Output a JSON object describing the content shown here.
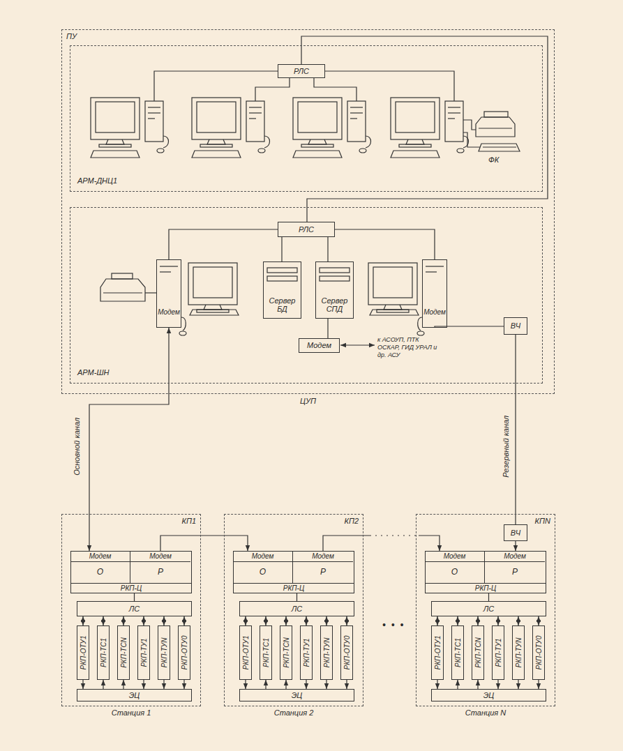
{
  "diagram": {
    "nodes": [
      {
        "text": [
          "ПУ",
          "ЦУП"
        ]
      },
      {
        "text": [
          "АРМ-ДНЦ1"
        ],
        "in": 0
      },
      {
        "text": [
          "РЛС"
        ],
        "in": 1
      },
      {
        "text": [
          "АРМ-ШН"
        ],
        "in": 0
      },
      {
        "text": [
          "РЛС"
        ],
        "in": 3
      },
      {
        "text": [
          "Модем"
        ],
        "in": 3
      },
      {
        "text": [
          "Сервер БД"
        ],
        "in": 3
      },
      {
        "text": [
          "Сервер СПД"
        ],
        "in": 3
      },
      {
        "text": [
          "Модем"
        ],
        "in": 3
      },
      {
        "text": [
          "Модем"
        ],
        "in": 3
      },
      {
        "text": [
          "ВЧ"
        ],
        "in": 3
      },
      {
        "text": [
          "КП1",
          "Станция 1"
        ]
      },
      {
        "text": [
          "РКП-Ц"
        ],
        "in": 11
      },
      {
        "text": [
          "Модем",
          "О"
        ],
        "in": 12
      },
      {
        "text": [
          "Модем",
          "Р"
        ],
        "in": 12
      },
      {
        "text": [
          "ЛС"
        ],
        "in": 11
      },
      {
        "text": [
          "РКП-ОТУ1"
        ],
        "in": 11
      },
      {
        "text": [
          "РКП-ТС1"
        ],
        "in": 11
      },
      {
        "text": [
          "РКП-ТСN"
        ],
        "in": 11
      },
      {
        "text": [
          "РКП-ТУ1"
        ],
        "in": 11
      },
      {
        "text": [
          "РКП-ТУN"
        ],
        "in": 11
      },
      {
        "text": [
          "РКП-ОТУ0"
        ],
        "in": 11
      },
      {
        "text": [
          "ЭЦ"
        ],
        "in": 11
      },
      {
        "text": [
          "КП2",
          "Станция 2"
        ]
      },
      {
        "text": [
          "РКП-Ц"
        ],
        "in": 23
      },
      {
        "text": [
          "Модем",
          "О"
        ],
        "in": 24
      },
      {
        "text": [
          "Модем",
          "Р"
        ],
        "in": 24
      },
      {
        "text": [
          "ЛС"
        ],
        "in": 23
      },
      {
        "text": [
          "РКП-ОТУ1"
        ],
        "in": 23
      },
      {
        "text": [
          "РКП-ТС1"
        ],
        "in": 23
      },
      {
        "text": [
          "РКП-ТСN"
        ],
        "in": 23
      },
      {
        "text": [
          "РКП-ТУ1"
        ],
        "in": 23
      },
      {
        "text": [
          "РКП-ТУN"
        ],
        "in": 23
      },
      {
        "text": [
          "РКП-ОТУ0"
        ],
        "in": 23
      },
      {
        "text": [
          "ЭЦ"
        ],
        "in": 23
      },
      {
        "text": [
          "КПN",
          "Станция N"
        ]
      },
      {
        "text": [
          "РКП-Ц"
        ],
        "in": 35
      },
      {
        "text": [
          "Модем",
          "О"
        ],
        "in": 36
      },
      {
        "text": [
          "Модем",
          "Р"
        ],
        "in": 36
      },
      {
        "text": [
          "ЛС"
        ],
        "in": 35
      },
      {
        "text": [
          "РКП-ОТУ1"
        ],
        "in": 35
      },
      {
        "text": [
          "РКП-ТС1"
        ],
        "in": 35
      },
      {
        "text": [
          "РКП-ТСN"
        ],
        "in": 35
      },
      {
        "text": [
          "РКП-ТУ1"
        ],
        "in": 35
      },
      {
        "text": [
          "РКП-ТУN"
        ],
        "in": 35
      },
      {
        "text": [
          "РКП-ОТУ0"
        ],
        "in": 35
      },
      {
        "text": [
          "ЭЦ"
        ],
        "in": 35
      },
      {
        "text": [
          "ВЧ"
        ],
        "in": 35
      }
    ],
    "edges": [
      {
        "from": 2,
        "to": 4,
        "arrow": "none"
      },
      {
        "from": 4,
        "to": 5,
        "arrow": "none"
      },
      {
        "from": 4,
        "to": 6,
        "arrow": "none"
      },
      {
        "from": 4,
        "to": 7,
        "arrow": "none"
      },
      {
        "from": 4,
        "to": 9,
        "arrow": "none"
      },
      {
        "from": 7,
        "to": 8,
        "arrow": "none"
      },
      {
        "from": 9,
        "to": 10,
        "arrow": "none"
      },
      {
        "from": 10,
        "to": 47,
        "label": "Резервный канал",
        "arrow": "none"
      },
      {
        "from": 5,
        "to": 13,
        "label": "Основной канал",
        "arrow": "both"
      },
      {
        "from": 14,
        "to": 25,
        "arrow": "to"
      },
      {
        "from": 26,
        "to": 37,
        "arrow": "to"
      },
      {
        "from": 47,
        "to": 38,
        "arrow": "to"
      },
      {
        "from": 12,
        "to": 15,
        "arrow": "none"
      },
      {
        "from": 15,
        "to": 16,
        "arrow": "both"
      },
      {
        "from": 15,
        "to": 17,
        "arrow": "both"
      },
      {
        "from": 15,
        "to": 18,
        "arrow": "both"
      },
      {
        "from": 15,
        "to": 19,
        "arrow": "both"
      },
      {
        "from": 15,
        "to": 20,
        "arrow": "both"
      },
      {
        "from": 15,
        "to": 21,
        "arrow": "both"
      },
      {
        "from": 16,
        "to": 22,
        "arrow": "to"
      },
      {
        "from": 22,
        "to": 17,
        "arrow": "to"
      },
      {
        "from": 22,
        "to": 18,
        "arrow": "to"
      },
      {
        "from": 19,
        "to": 22,
        "arrow": "to"
      },
      {
        "from": 20,
        "to": 22,
        "arrow": "to"
      },
      {
        "from": 21,
        "to": 22,
        "arrow": "to"
      },
      {
        "from": 24,
        "to": 27,
        "arrow": "none"
      },
      {
        "from": 27,
        "to": 28,
        "arrow": "both"
      },
      {
        "from": 27,
        "to": 29,
        "arrow": "both"
      },
      {
        "from": 27,
        "to": 30,
        "arrow": "both"
      },
      {
        "from": 27,
        "to": 31,
        "arrow": "both"
      },
      {
        "from": 27,
        "to": 32,
        "arrow": "both"
      },
      {
        "from": 27,
        "to": 33,
        "arrow": "both"
      },
      {
        "from": 28,
        "to": 34,
        "arrow": "to"
      },
      {
        "from": 34,
        "to": 29,
        "arrow": "to"
      },
      {
        "from": 34,
        "to": 30,
        "arrow": "to"
      },
      {
        "from": 31,
        "to": 34,
        "arrow": "to"
      },
      {
        "from": 32,
        "to": 34,
        "arrow": "to"
      },
      {
        "from": 33,
        "to": 34,
        "arrow": "to"
      },
      {
        "from": 36,
        "to": 39,
        "arrow": "none"
      },
      {
        "from": 39,
        "to": 40,
        "arrow": "both"
      },
      {
        "from": 39,
        "to": 41,
        "arrow": "both"
      },
      {
        "from": 39,
        "to": 42,
        "arrow": "both"
      },
      {
        "from": 39,
        "to": 43,
        "arrow": "both"
      },
      {
        "from": 39,
        "to": 44,
        "arrow": "both"
      },
      {
        "from": 39,
        "to": 45,
        "arrow": "both"
      },
      {
        "from": 40,
        "to": 46,
        "arrow": "to"
      },
      {
        "from": 46,
        "to": 41,
        "arrow": "to"
      },
      {
        "from": 46,
        "to": 42,
        "arrow": "to"
      },
      {
        "from": 43,
        "to": 46,
        "arrow": "to"
      },
      {
        "from": 44,
        "to": 46,
        "arrow": "to"
      },
      {
        "from": 45,
        "to": 46,
        "arrow": "to"
      }
    ],
    "labels": [
      "ФК",
      "к АСОУП, ПТК ОСКАР, ГИД УРАЛ и др. АСУ",
      "• • •"
    ]
  }
}
